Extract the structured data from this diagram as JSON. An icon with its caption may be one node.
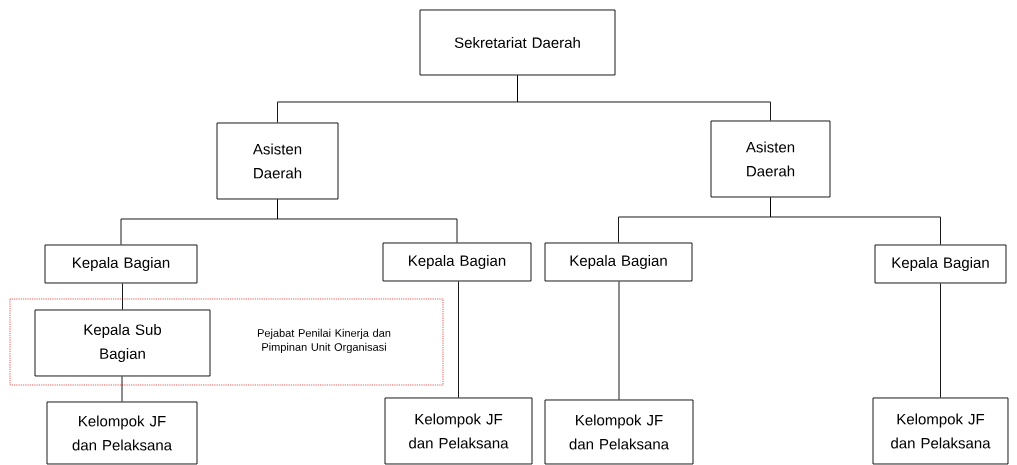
{
  "diagram": {
    "nodes": [
      {
        "text": [
          "Sekretariat Daerah"
        ]
      },
      {
        "text": [
          "Asisten Daerah"
        ]
      },
      {
        "text": [
          "Asisten Daerah"
        ]
      },
      {
        "text": [
          "Kepala Bagian"
        ]
      },
      {
        "text": [
          "Kepala Bagian"
        ]
      },
      {
        "text": [
          "Kepala Bagian"
        ]
      },
      {
        "text": [
          "Kepala Bagian"
        ]
      },
      {
        "text": [
          "Pejabat Penilai Kinerja dan Pimpinan Unit Organisasi"
        ]
      },
      {
        "text": [
          "Kepala Sub Bagian"
        ],
        "in": 7
      },
      {
        "text": [
          "Kelompok JF dan Pelaksana"
        ]
      },
      {
        "text": [
          "Kelompok JF dan Pelaksana"
        ]
      },
      {
        "text": [
          "Kelompok JF dan Pelaksana"
        ]
      },
      {
        "text": [
          "Kelompok JF dan Pelaksana"
        ]
      }
    ],
    "edges": [
      {
        "from": 0,
        "to": 1,
        "arrow": "none"
      },
      {
        "from": 0,
        "to": 2,
        "arrow": "none"
      },
      {
        "from": 1,
        "to": 3,
        "arrow": "none"
      },
      {
        "from": 1,
        "to": 4,
        "arrow": "none"
      },
      {
        "from": 2,
        "to": 5,
        "arrow": "none"
      },
      {
        "from": 2,
        "to": 6,
        "arrow": "none"
      },
      {
        "from": 3,
        "to": 8,
        "arrow": "none"
      },
      {
        "from": 8,
        "to": 9,
        "arrow": "none"
      },
      {
        "from": 4,
        "to": 10,
        "arrow": "none"
      },
      {
        "from": 5,
        "to": 11,
        "arrow": "none"
      },
      {
        "from": 6,
        "to": 12,
        "arrow": "none"
      }
    ]
  }
}
